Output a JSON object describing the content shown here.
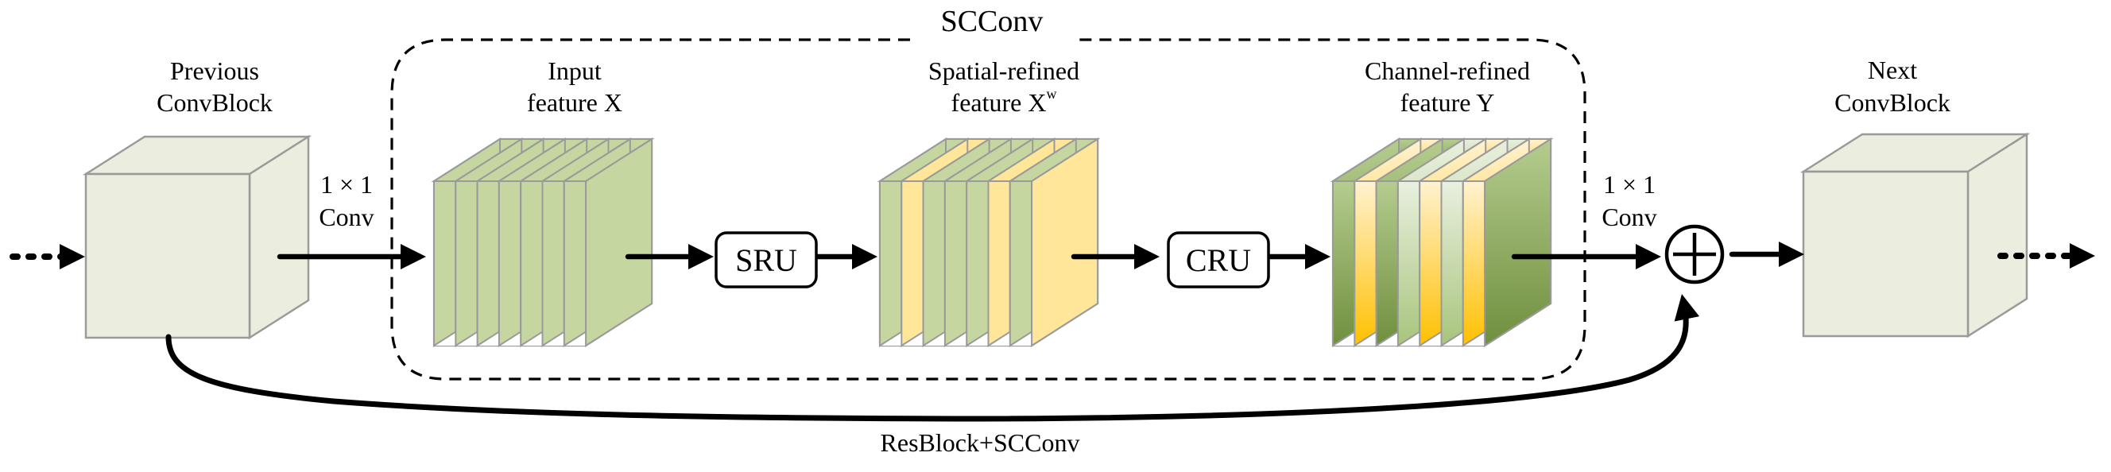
{
  "diagram": {
    "title": "SCConv",
    "previous_block": {
      "line1": "Previous",
      "line2": "ConvBlock"
    },
    "next_block": {
      "line1": "Next",
      "line2": "ConvBlock"
    },
    "conv_in": {
      "line1": "1 × 1",
      "line2": "Conv"
    },
    "conv_out": {
      "line1": "1 × 1",
      "line2": "Conv"
    },
    "input_feature": {
      "line1": "Input",
      "line2": "feature X"
    },
    "spatial_feature": {
      "line1": "Spatial-refined",
      "line2": "feature X",
      "superscript": "w"
    },
    "channel_feature": {
      "line1": "Channel-refined",
      "line2": "feature Y"
    },
    "sru_label": "SRU",
    "cru_label": "CRU",
    "residual_label": "ResBlock+SCConv",
    "sum_icon": "circle-plus-icon",
    "stacks": {
      "input": [
        "green",
        "green",
        "green",
        "green",
        "green",
        "green",
        "green",
        "green"
      ],
      "spatial": [
        "green",
        "yellow",
        "green",
        "green",
        "green",
        "yellow",
        "green",
        "yellow"
      ],
      "channel": [
        "green-grad",
        "yellow-grad",
        "green-grad",
        "pale-grad",
        "yellow-grad",
        "pale-grad",
        "yellow-grad",
        "green-grad"
      ]
    },
    "colors": {
      "cube_fill": "#ebeedf",
      "cube_stroke": "#9a9a9a",
      "green": "#c5d6a1",
      "yellow": "#ffe699",
      "green_grad_top": "#b5cc8e",
      "green_grad_bottom": "#6f8f3e",
      "yellow_grad_top": "#fff2d0",
      "yellow_grad_bottom": "#ffc000",
      "pale_grad_top": "#e9f0df",
      "pale_grad_bottom": "#a8c47c",
      "line": "#000000"
    }
  }
}
